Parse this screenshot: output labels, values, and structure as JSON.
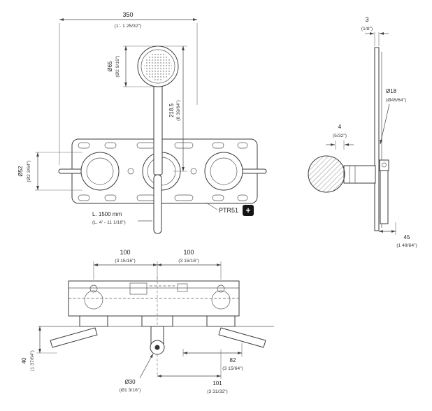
{
  "drawing": {
    "product_code": "PTR51",
    "badge_symbol": "+"
  },
  "front_view": {
    "width": {
      "mm": "350",
      "inch": "(1'- 1 25/32\")"
    },
    "head_diameter": {
      "mm": "Ø65",
      "inch": "(Ø2 9/16\")"
    },
    "height": {
      "mm": "218.5",
      "inch": "(8 39/64\")"
    },
    "knob_diameter": {
      "mm": "Ø52",
      "inch": "(Ø2 3/64\")"
    },
    "hose_length": {
      "mm": "L. 1500 mm",
      "inch": "(L. 4' - 11 1/16\")"
    }
  },
  "side_view": {
    "plate_thickness": {
      "mm": "3",
      "inch": "(1/8\")"
    },
    "hole_diameter": {
      "mm": "Ø18",
      "inch": "(Ø45/64\")"
    },
    "gap": {
      "mm": "4",
      "inch": "(5/32\")"
    },
    "depth": {
      "mm": "45",
      "inch": "(1 49/64\")"
    }
  },
  "bottom_view": {
    "spacing_left": {
      "mm": "100",
      "inch": "(3 15/16\")"
    },
    "spacing_right": {
      "mm": "100",
      "inch": "(3 15/16\")"
    },
    "lever_reach": {
      "mm": "82",
      "inch": "(3 15/64\")"
    },
    "spout_diameter": {
      "mm": "Ø30",
      "inch": "(Ø1 3/16\")"
    },
    "overall_reach": {
      "mm": "101",
      "inch": "(3 31/32\")"
    },
    "fixture_depth": {
      "mm": "40",
      "inch": "(1 37/64\")"
    }
  }
}
